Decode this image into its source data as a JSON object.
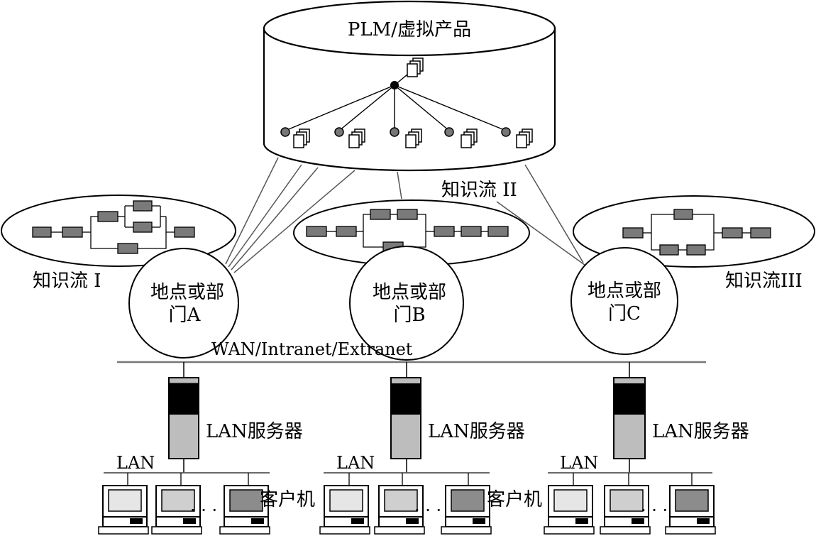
{
  "diagram": {
    "plm_title": "PLM/虚拟产品",
    "flows": {
      "one": "知识流 I",
      "two": "知识流 II",
      "three": "知识流III"
    },
    "sites": [
      {
        "line1": "地点或部",
        "line2": "门A"
      },
      {
        "line1": "地点或部",
        "line2": "门B"
      },
      {
        "line1": "地点或部",
        "line2": "门C"
      }
    ],
    "wan_label": "WAN/Intranet/Extranet",
    "server_label": "LAN服务器",
    "lan_label": "LAN",
    "client_label": "客户机",
    "ellipsis": "· · ·",
    "colors": {
      "node": "#7a7a7a",
      "server_top": "#000000",
      "server_body": "#bdbdbd",
      "monitor_light": "#e6e6e6",
      "monitor_mid": "#cfcfcf",
      "monitor_dark": "#8c8c8c"
    }
  }
}
